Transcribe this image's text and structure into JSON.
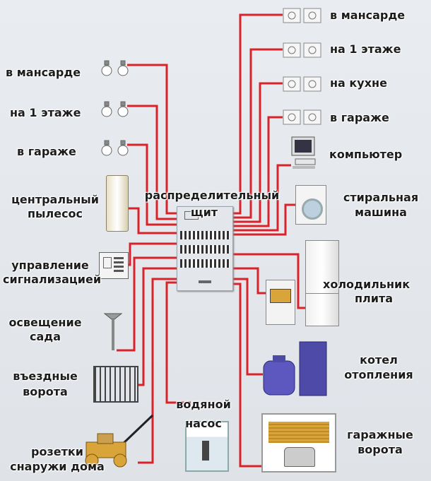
{
  "colors": {
    "wire": "#d8232a",
    "panel": "#e3e6ea"
  },
  "panel": {
    "title_line1": "распределительный",
    "title_line2": "щит"
  },
  "left": {
    "lights_attic": "в мансарде",
    "lights_floor1": "на 1 этаже",
    "lights_garage": "в гараже",
    "vacuum_line1": "центральный",
    "vacuum_line2": "пылесос",
    "alarm_line1": "управление",
    "alarm_line2": "сигнализацией",
    "garden_line1": "освещение",
    "garden_line2": "сада",
    "gate_line1": "въездные",
    "gate_line2": "ворота",
    "outlets_line1": "розетки",
    "outlets_line2": "снаружи дома"
  },
  "right": {
    "sockets_attic": "в мансарде",
    "sockets_floor1": "на 1 этаже",
    "sockets_kitchen": "на кухне",
    "sockets_garage": "в гараже",
    "computer": "компьютер",
    "washer_line1": "стиральная",
    "washer_line2": "машина",
    "fridge": "холодильник",
    "stove": "плита",
    "boiler_line1": "котел",
    "boiler_line2": "отопления",
    "garage_door_line1": "гаражные",
    "garage_door_line2": "ворота"
  },
  "bottom": {
    "pump_line1": "водяной",
    "pump_line2": "насос"
  },
  "icons": [
    "light-bulb-icon",
    "socket-icon",
    "computer-icon",
    "washing-machine-icon",
    "fridge-icon",
    "stove-icon",
    "boiler-icon",
    "garage-door-icon",
    "water-pump-icon",
    "lawn-mower-icon",
    "gate-icon",
    "garden-lamp-icon",
    "alarm-panel-icon",
    "vacuum-icon",
    "distribution-panel-icon"
  ]
}
